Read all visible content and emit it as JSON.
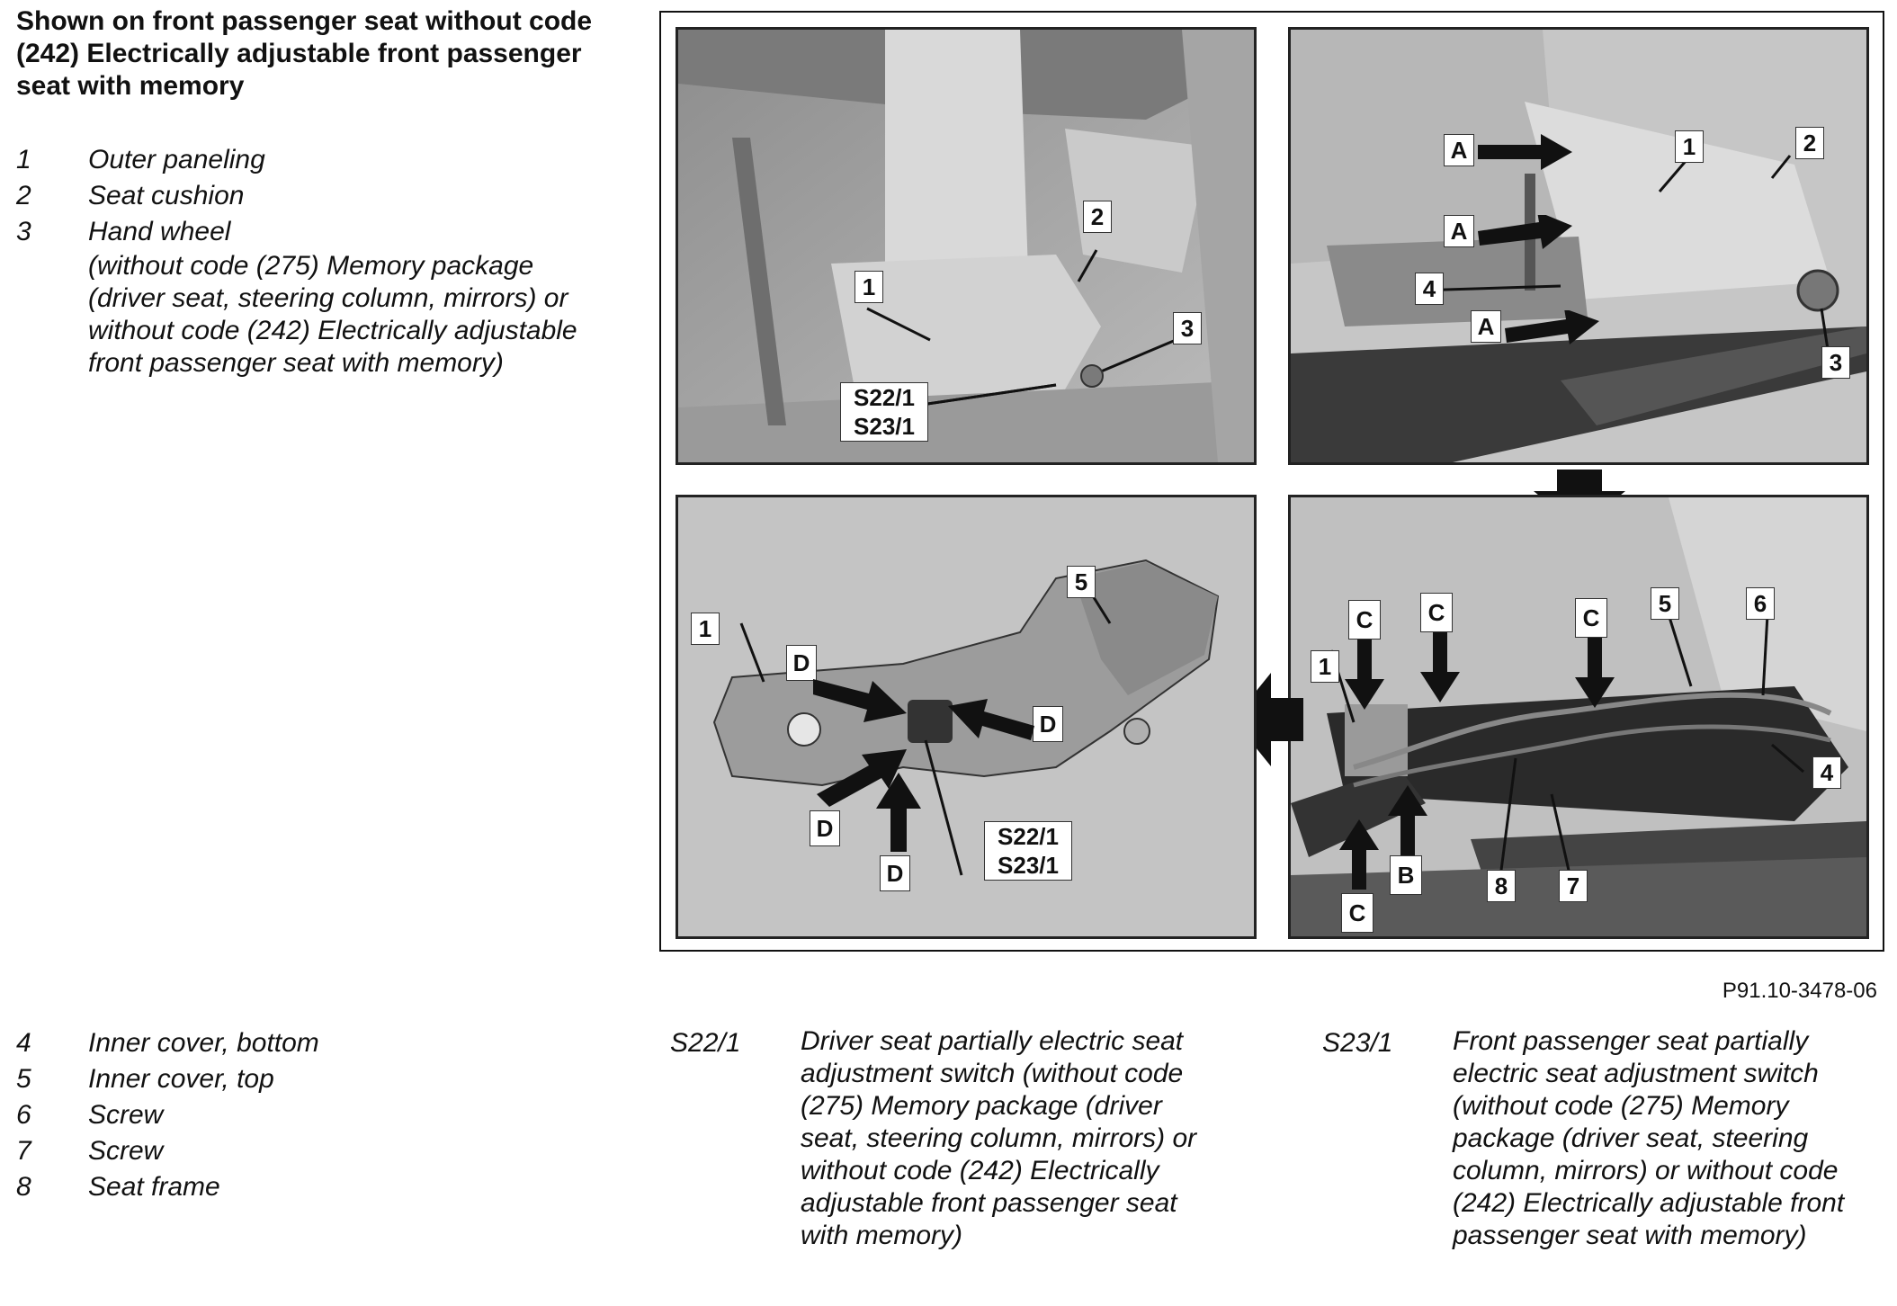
{
  "title": "Shown on front passenger seat without code (242) Electrically adjustable front passenger seat with memory",
  "legend_top": [
    {
      "num": "1",
      "text": "Outer paneling"
    },
    {
      "num": "2",
      "text": "Seat cushion"
    },
    {
      "num": "3",
      "text": "Hand wheel"
    }
  ],
  "legend_top_note": "(without code (275) Memory package (driver seat, steering column, mirrors) or without code (242) Electrically adjustable front passenger seat with memory)",
  "legend_bottom": [
    {
      "num": "4",
      "text": "Inner cover, bottom"
    },
    {
      "num": "5",
      "text": "Inner cover, top"
    },
    {
      "num": "6",
      "text": "Screw"
    },
    {
      "num": "7",
      "text": "Screw"
    },
    {
      "num": "8",
      "text": "Seat frame"
    }
  ],
  "legend_codes": [
    {
      "code": "S22/1",
      "text": "Driver seat partially electric seat adjustment switch (without code (275) Memory package (driver seat, steering column, mirrors) or without code (242) Electrically adjustable front passenger seat with memory)"
    },
    {
      "code": "S23/1",
      "text": "Front passenger seat partially electric seat adjustment switch (without code (275) Memory package (driver seat, steering column, mirrors) or without code (242) Electrically adjustable front passenger seat with memory)"
    }
  ],
  "figure_id": "P91.10-3478-06",
  "callouts": {
    "n1": "1",
    "n2": "2",
    "n3": "3",
    "n4": "4",
    "n5": "5",
    "n6": "6",
    "n7": "7",
    "n8": "8",
    "A": "A",
    "B": "B",
    "C": "C",
    "D": "D",
    "s22": "S22/1",
    "s23": "S23/1"
  }
}
